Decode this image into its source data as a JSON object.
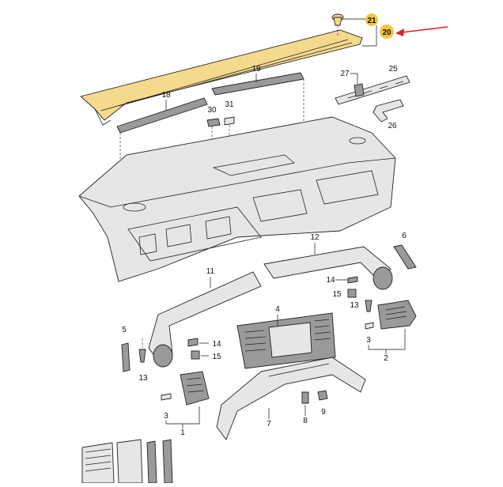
{
  "diagram": {
    "highlight_color": "#f5c542",
    "highlight_fill": "#f5d98c",
    "arrow_color": "#e02020",
    "highlighted_part": "20",
    "labels": {
      "p1": "1",
      "p2": "2",
      "p3a": "3",
      "p3b": "3",
      "p3c": "3",
      "p4": "4",
      "p5": "5",
      "p6": "6",
      "p7": "7",
      "p8": "8",
      "p9": "9",
      "p11": "11",
      "p12": "12",
      "p13a": "13",
      "p13b": "13",
      "p13c": "13",
      "p14a": "14",
      "p14b": "14",
      "p15a": "15",
      "p15b": "15",
      "p18": "18",
      "p19": "19",
      "p20": "20",
      "p21": "21",
      "p25": "25",
      "p26": "26",
      "p27": "27",
      "p30": "30",
      "p31": "31"
    }
  }
}
